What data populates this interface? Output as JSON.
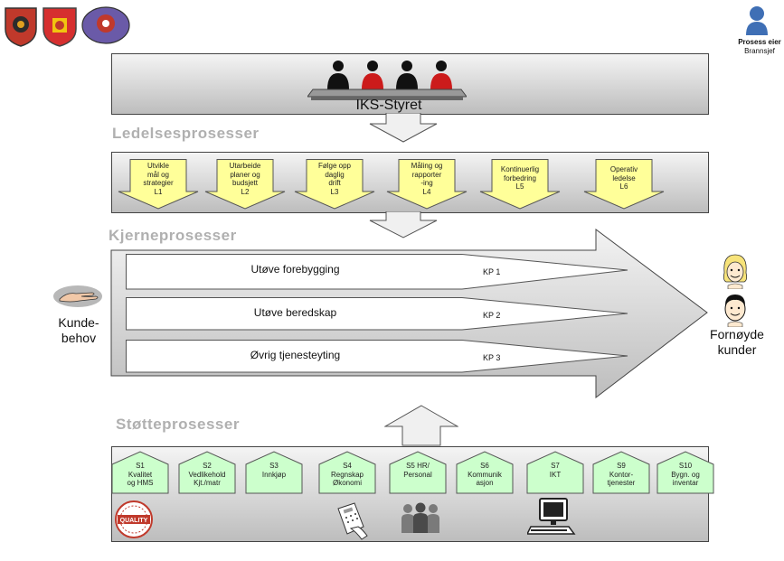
{
  "owner": {
    "title": "Prosess eier",
    "subtitle": "Brannsjef"
  },
  "board": {
    "label": "IKS-Styret"
  },
  "sections": {
    "management": "Ledelsesprosesser",
    "core": "Kjerneprosesser",
    "support": "Støtteprosesser"
  },
  "management_items": [
    {
      "label": "Utvikle\nmål og\nstrategier\nL1"
    },
    {
      "label": "Utarbeide\nplaner og\nbudsjett\nL2"
    },
    {
      "label": "Følge opp\ndaglig\ndrift\nL3"
    },
    {
      "label": "Måling og\nrapporter\n-ing\nL4"
    },
    {
      "label": "Kontinuerlig\nforbedring\nL5"
    },
    {
      "label": "Operativ\nledelse\nL6"
    }
  ],
  "core_items": [
    {
      "label": "Utøve forebygging",
      "code": "KP 1"
    },
    {
      "label": "Utøve beredskap",
      "code": "KP 2"
    },
    {
      "label": "Øvrig tjenesteyting",
      "code": "KP 3"
    }
  ],
  "input": {
    "label": "Kunde-\nbehov"
  },
  "output": {
    "label": "Fornøyde\nkunder"
  },
  "support_items": [
    {
      "label": "S1\nKvalitet\nog HMS"
    },
    {
      "label": "S2\nVedlikehold\nKjt./matr"
    },
    {
      "label": "S3\nInnkjøp"
    },
    {
      "label": "S4\nRegnskap\nØkonomi"
    },
    {
      "label": "S5 HR/\nPersonal"
    },
    {
      "label": "S6\nKommunik\nasjon"
    },
    {
      "label": "S7\nIKT"
    },
    {
      "label": "S9\nKontor-\ntjenester"
    },
    {
      "label": "S10\nBygn. og\ninventar"
    }
  ],
  "quality_stamp": {
    "text": "QUALITY"
  },
  "colors": {
    "process_fill": "#ffff99",
    "support_fill": "#ccffcc",
    "band_top": "#f4f4f4",
    "band_bottom": "#bdbdbd",
    "section_text": "#b0b0b0"
  }
}
